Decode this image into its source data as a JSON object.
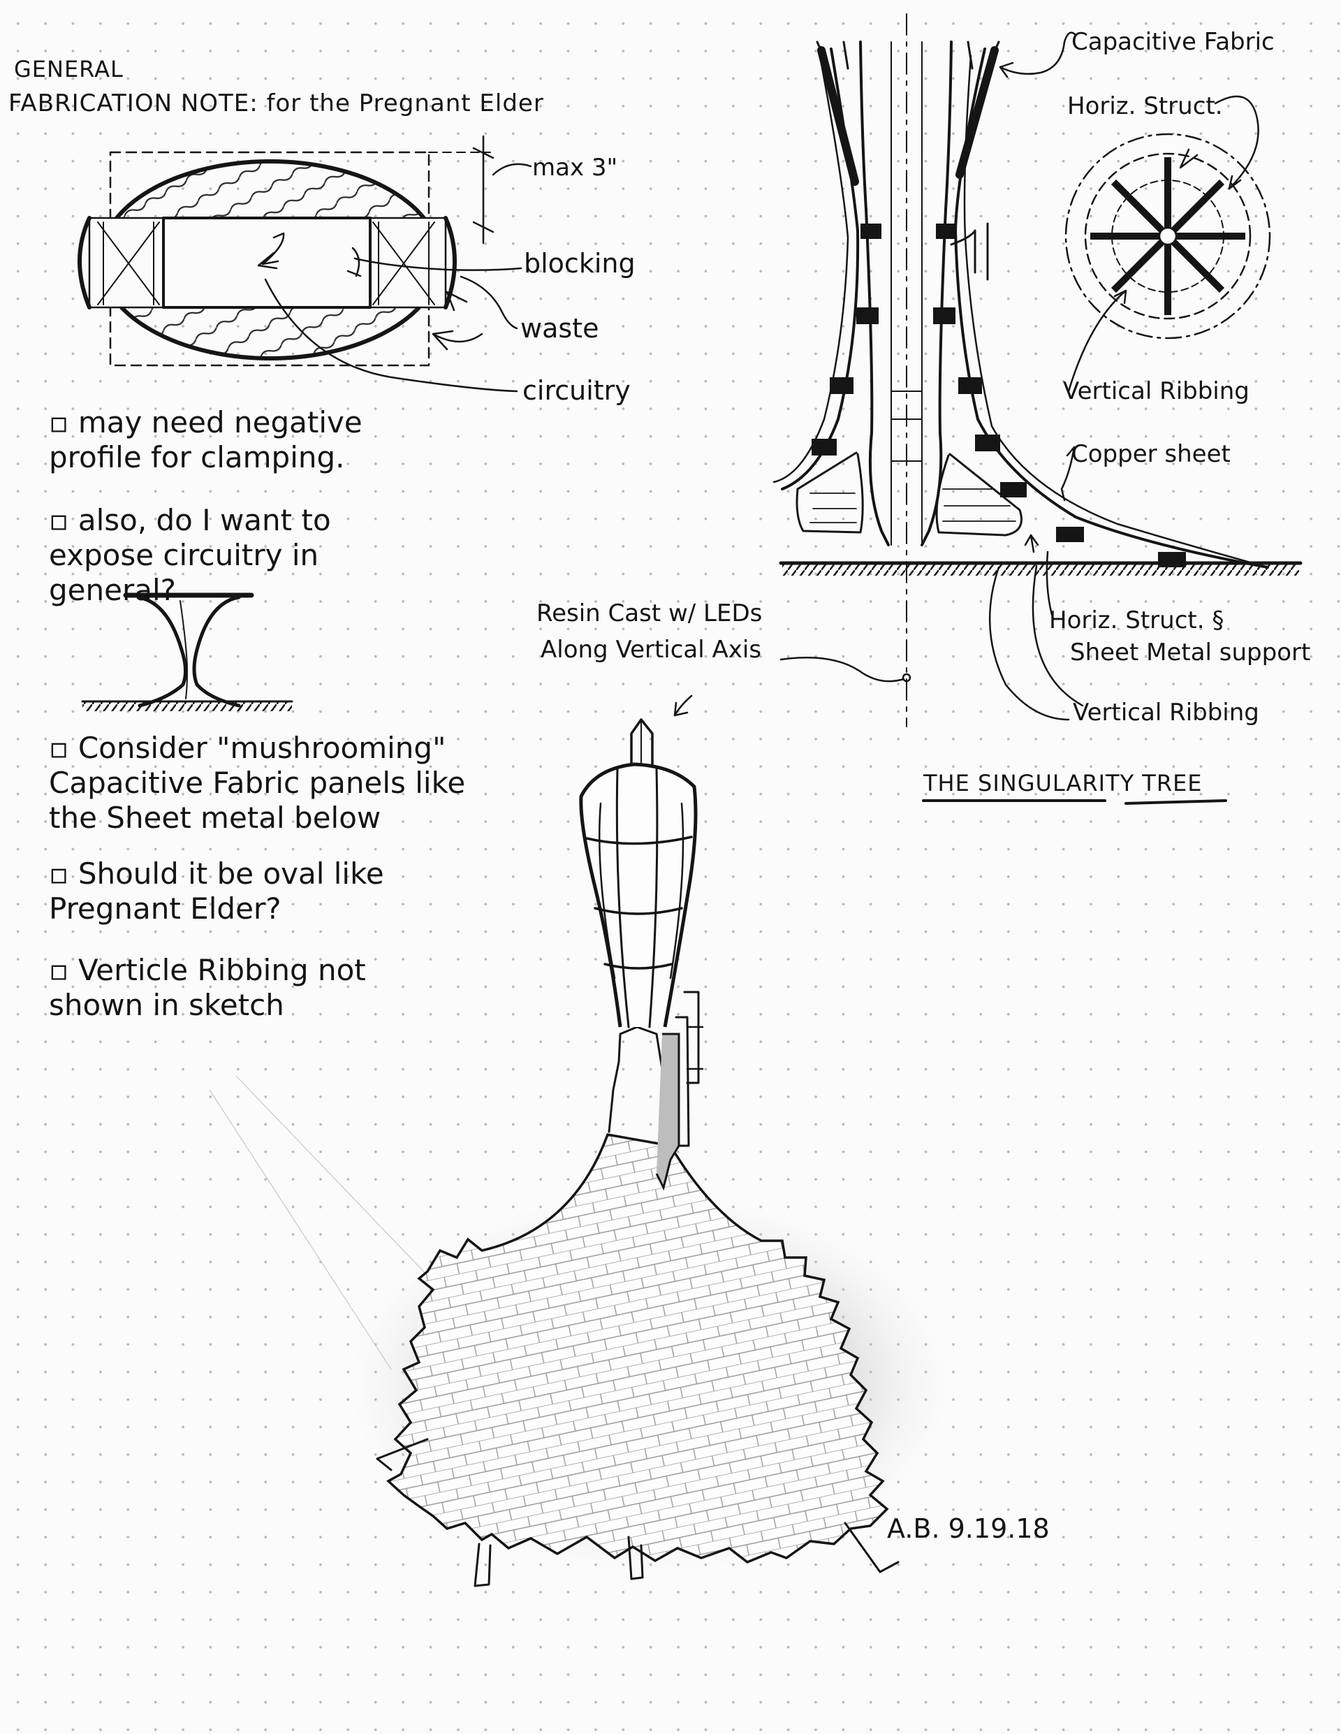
{
  "header": {
    "line1": "GENERAL",
    "line2": "FABRICATION NOTE: for the Pregnant Elder"
  },
  "section_labels": {
    "max_height": "max 3\"",
    "blocking": "blocking",
    "waste": "waste",
    "circuitry": "circuitry"
  },
  "notes": [
    "may need negative profile for clamping.",
    "also, do I want to expose circuitry in general?",
    "Consider \"mushrooming\" Capacitive Fabric panels like the Sheet metal below",
    "Should it be oval like Pregnant Elder?",
    "Verticle Ribbing not shown in sketch"
  ],
  "elevation_labels": {
    "capacitive_fabric": "Capacitive Fabric",
    "horiz_struct": "Horiz. Struct.",
    "vertical_ribbing_top": "Vertical Ribbing",
    "copper_sheet": "Copper sheet",
    "horiz_support_line1": "Horiz. Struct. §",
    "horiz_support_line2": "Sheet Metal support",
    "vertical_ribbing_bottom": "Vertical Ribbing",
    "resin_line1": "Resin Cast w/ LEDs",
    "resin_line2": "Along Vertical Axis"
  },
  "title": "THE SINGULARITY TREE",
  "signature": "A.B. 9.19.18"
}
